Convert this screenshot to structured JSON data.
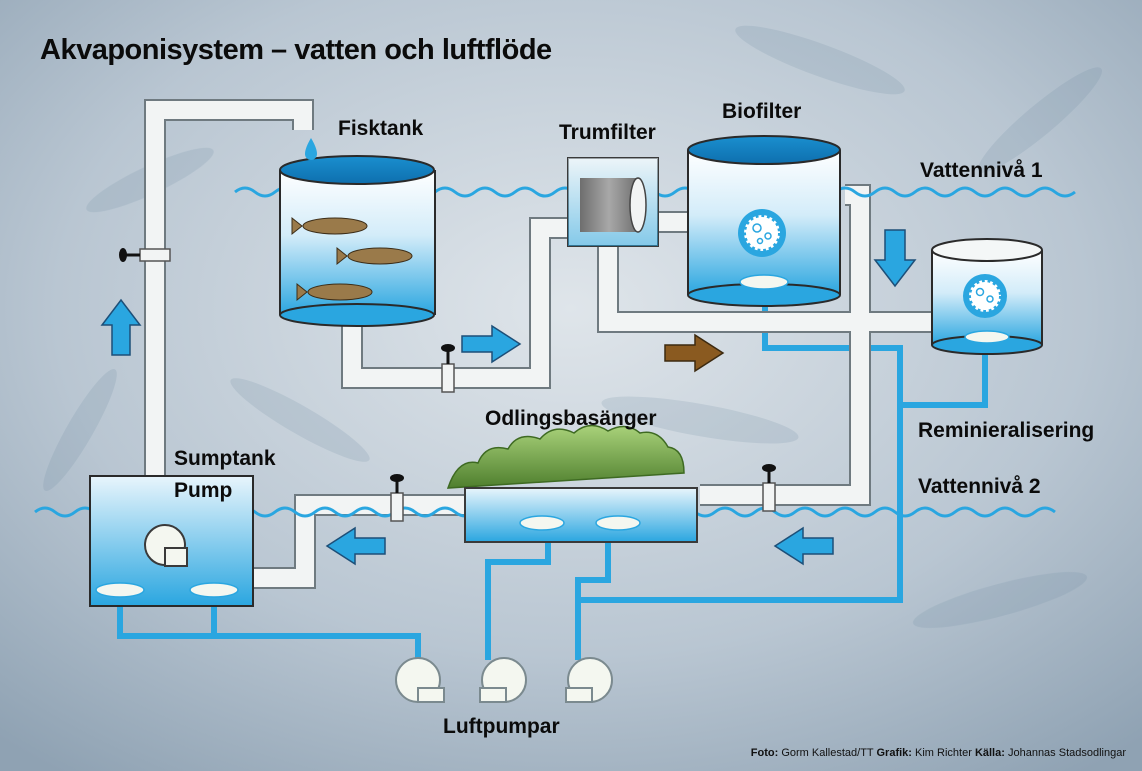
{
  "title": "Akvaponisystem – vatten och luftflöde",
  "labels": {
    "fisktank": "Fisktank",
    "trumfilter": "Trumfilter",
    "biofilter": "Biofilter",
    "vattenniva1": "Vattennivå 1",
    "vattenniva2": "Vattennivå 2",
    "remineralisering": "Reminieralisering",
    "odlingsbasanger": "Odlingsbasänger",
    "sumptank": "Sumptank",
    "pump": "Pump",
    "luftpumpar": "Luftpumpar"
  },
  "credits": {
    "foto_label": "Foto:",
    "foto_value": "Gorm Kallestad/TT",
    "grafik_label": "Grafik:",
    "grafik_value": "Kim Richter",
    "kalla_label": "Källa:",
    "kalla_value": "Johannas Stadsodlingar"
  },
  "colors": {
    "water": "#2aa6e0",
    "pipe": "#eef0f0",
    "pipe_outline": "#6f7a80",
    "air_line": "#2aa6e0",
    "flow_arrow": "#2aa6e0",
    "sludge_arrow": "#8a5a20",
    "background": "#b9c6d2"
  },
  "icons": {
    "fish": "fish-icon",
    "valve": "valve-icon",
    "bacteria": "bacteria-icon",
    "air_pump": "air-pump-icon",
    "drop": "water-drop-icon"
  }
}
